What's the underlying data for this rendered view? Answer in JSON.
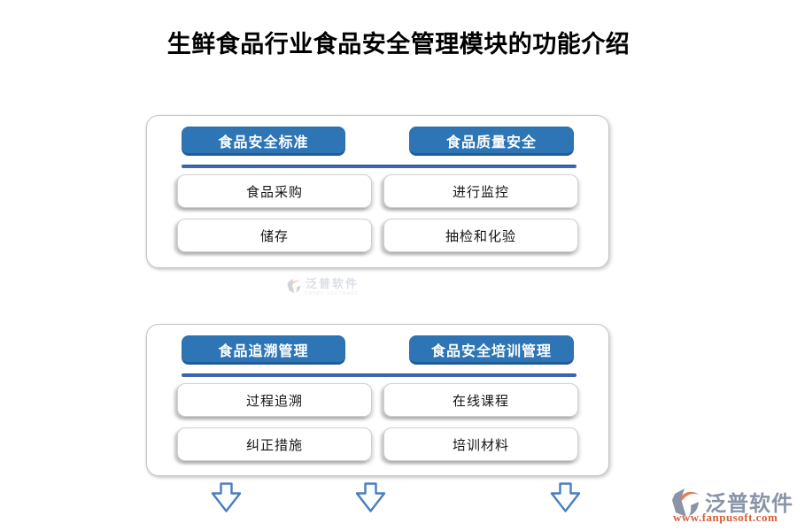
{
  "page": {
    "title": "生鲜食品行业食品安全管理模块的功能介绍"
  },
  "panels": [
    {
      "headers": [
        {
          "label": "食品安全标准"
        },
        {
          "label": "食品质量安全"
        }
      ],
      "items": [
        {
          "label": "食品采购"
        },
        {
          "label": "进行监控"
        },
        {
          "label": "储存"
        },
        {
          "label": "抽检和化验"
        }
      ]
    },
    {
      "headers": [
        {
          "label": "食品追溯管理"
        },
        {
          "label": "食品安全培训管理"
        }
      ],
      "items": [
        {
          "label": "过程追溯"
        },
        {
          "label": "在线课程"
        },
        {
          "label": "纠正措施"
        },
        {
          "label": "培训材料"
        }
      ]
    }
  ],
  "watermark": {
    "brand": "泛普软件",
    "subtitle": "FANPU SOFTWARE"
  },
  "footer_logo": {
    "brand": "泛普软件",
    "url": "www.fanpusoft.com"
  },
  "colors": {
    "header_blue": "#2E75B6",
    "header_blue_border": "#1F5C99",
    "divider_blue": "#3E68B1",
    "arrow_outline": "#4A7EBB",
    "logo_gray": "#8A94A8",
    "logo_orange": "#D4603A"
  }
}
